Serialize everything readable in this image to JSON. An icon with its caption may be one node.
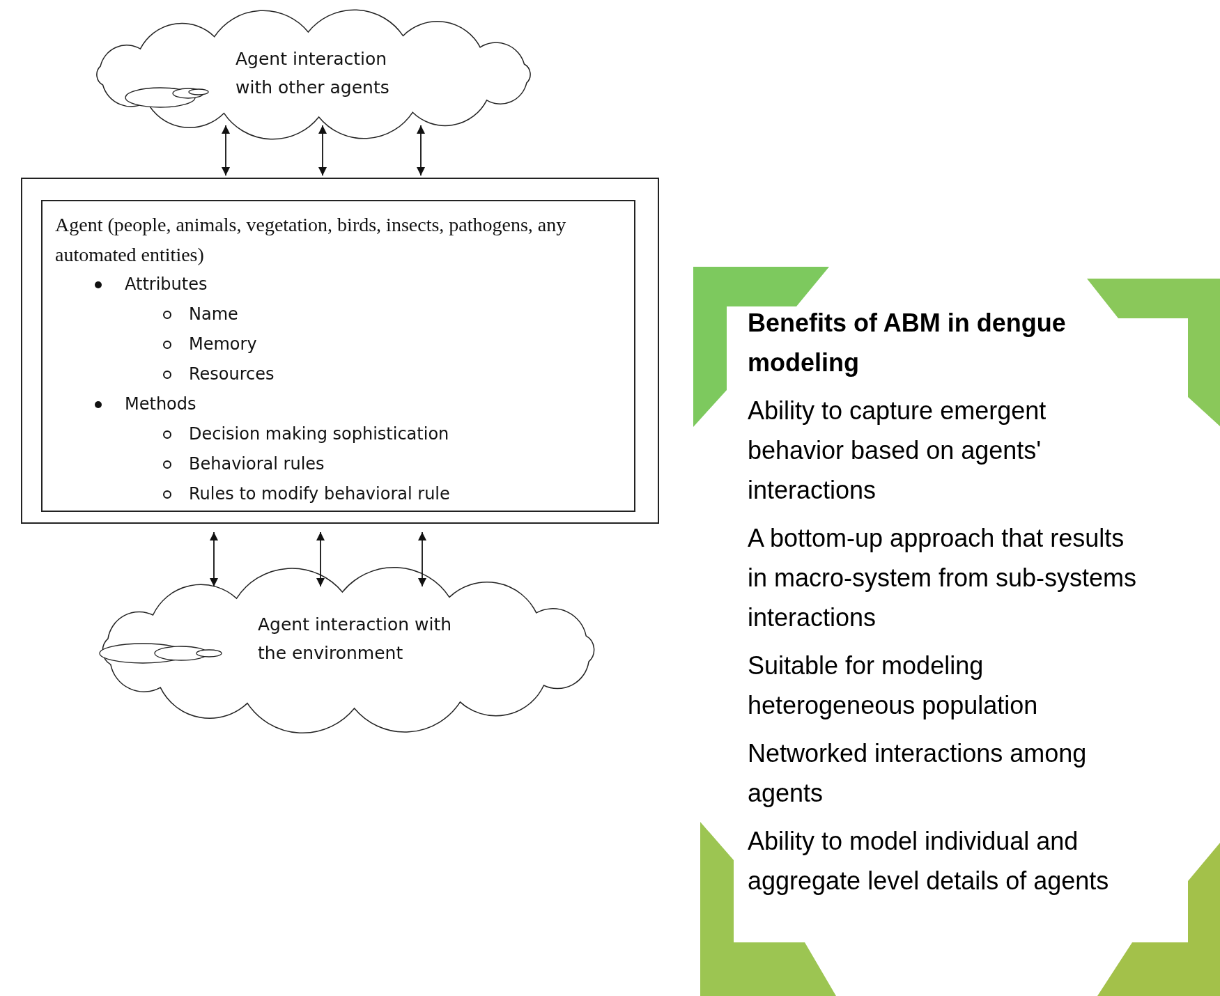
{
  "diagram": {
    "nodes": [
      {
        "text": [
          "Agent interaction with other agents"
        ]
      },
      {
        "text": [],
        "shape": "box"
      },
      {
        "text": [
          "Agent (people, animals, vegetation, birds, insects, pathogens, any automated entities)",
          "Attributes",
          "Name",
          "Memory",
          "Resources",
          "Methods",
          "Decision making sophistication",
          "Behavioral rules",
          "Rules to modify behavioral rule"
        ],
        "in": 1
      },
      {
        "text": [
          "Agent interaction with the environment"
        ]
      },
      {
        "text": [
          "Benefits of ABM in dengue modeling",
          "Ability to capture emergent behavior based on agents' interactions",
          "A bottom-up approach that results in macro-system from sub-systems interactions",
          "Suitable for modeling heterogeneous population",
          "Networked interactions among agents",
          "Ability to model individual and aggregate level details of agents"
        ]
      }
    ],
    "edges": [
      {
        "from": 0,
        "to": 1,
        "arrow": "both"
      },
      {
        "from": 0,
        "to": 1,
        "arrow": "both"
      },
      {
        "from": 0,
        "to": 1,
        "arrow": "both"
      },
      {
        "from": 1,
        "to": 3,
        "arrow": "both"
      },
      {
        "from": 1,
        "to": 3,
        "arrow": "both"
      },
      {
        "from": 1,
        "to": 3,
        "arrow": "both"
      }
    ]
  }
}
